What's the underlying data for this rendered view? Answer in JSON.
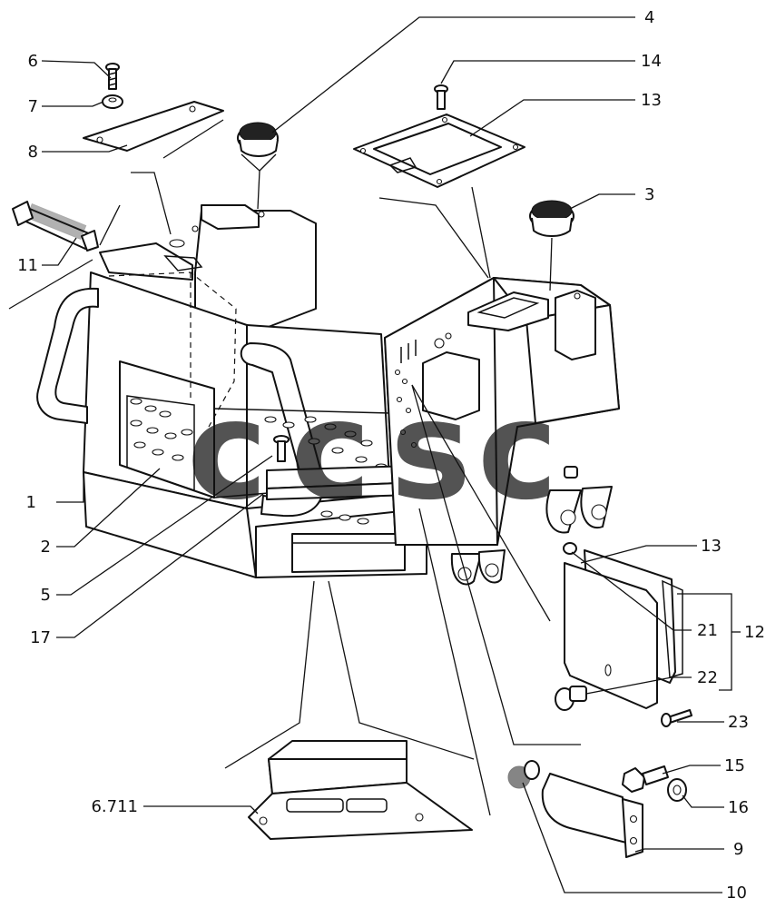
{
  "callouts": [
    {
      "id": "c-1",
      "text": "1"
    },
    {
      "id": "c-2",
      "text": "2"
    },
    {
      "id": "c-3",
      "text": "3"
    },
    {
      "id": "c-4",
      "text": "4"
    },
    {
      "id": "c-5",
      "text": "5"
    },
    {
      "id": "c-6",
      "text": "6"
    },
    {
      "id": "c-7",
      "text": "7"
    },
    {
      "id": "c-8",
      "text": "8"
    },
    {
      "id": "c-9",
      "text": "9"
    },
    {
      "id": "c-10",
      "text": "10"
    },
    {
      "id": "c-11",
      "text": "11"
    },
    {
      "id": "c-12",
      "text": "12"
    },
    {
      "id": "c-13a",
      "text": "13"
    },
    {
      "id": "c-13b",
      "text": "13"
    },
    {
      "id": "c-14",
      "text": "14"
    },
    {
      "id": "c-15",
      "text": "15"
    },
    {
      "id": "c-16",
      "text": "16"
    },
    {
      "id": "c-17",
      "text": "17"
    },
    {
      "id": "c-21",
      "text": "21"
    },
    {
      "id": "c-22",
      "text": "22"
    },
    {
      "id": "c-23",
      "text": "23"
    },
    {
      "id": "c-6711",
      "text": "6.711"
    }
  ],
  "watermark": {
    "letters": [
      {
        "text": "c",
        "color": "#4285F4"
      },
      {
        "text": "c",
        "color": "#EA4335"
      },
      {
        "text": "s",
        "color": "#FBBC05"
      },
      {
        "text": "c",
        "color": "#34A853"
      }
    ]
  }
}
